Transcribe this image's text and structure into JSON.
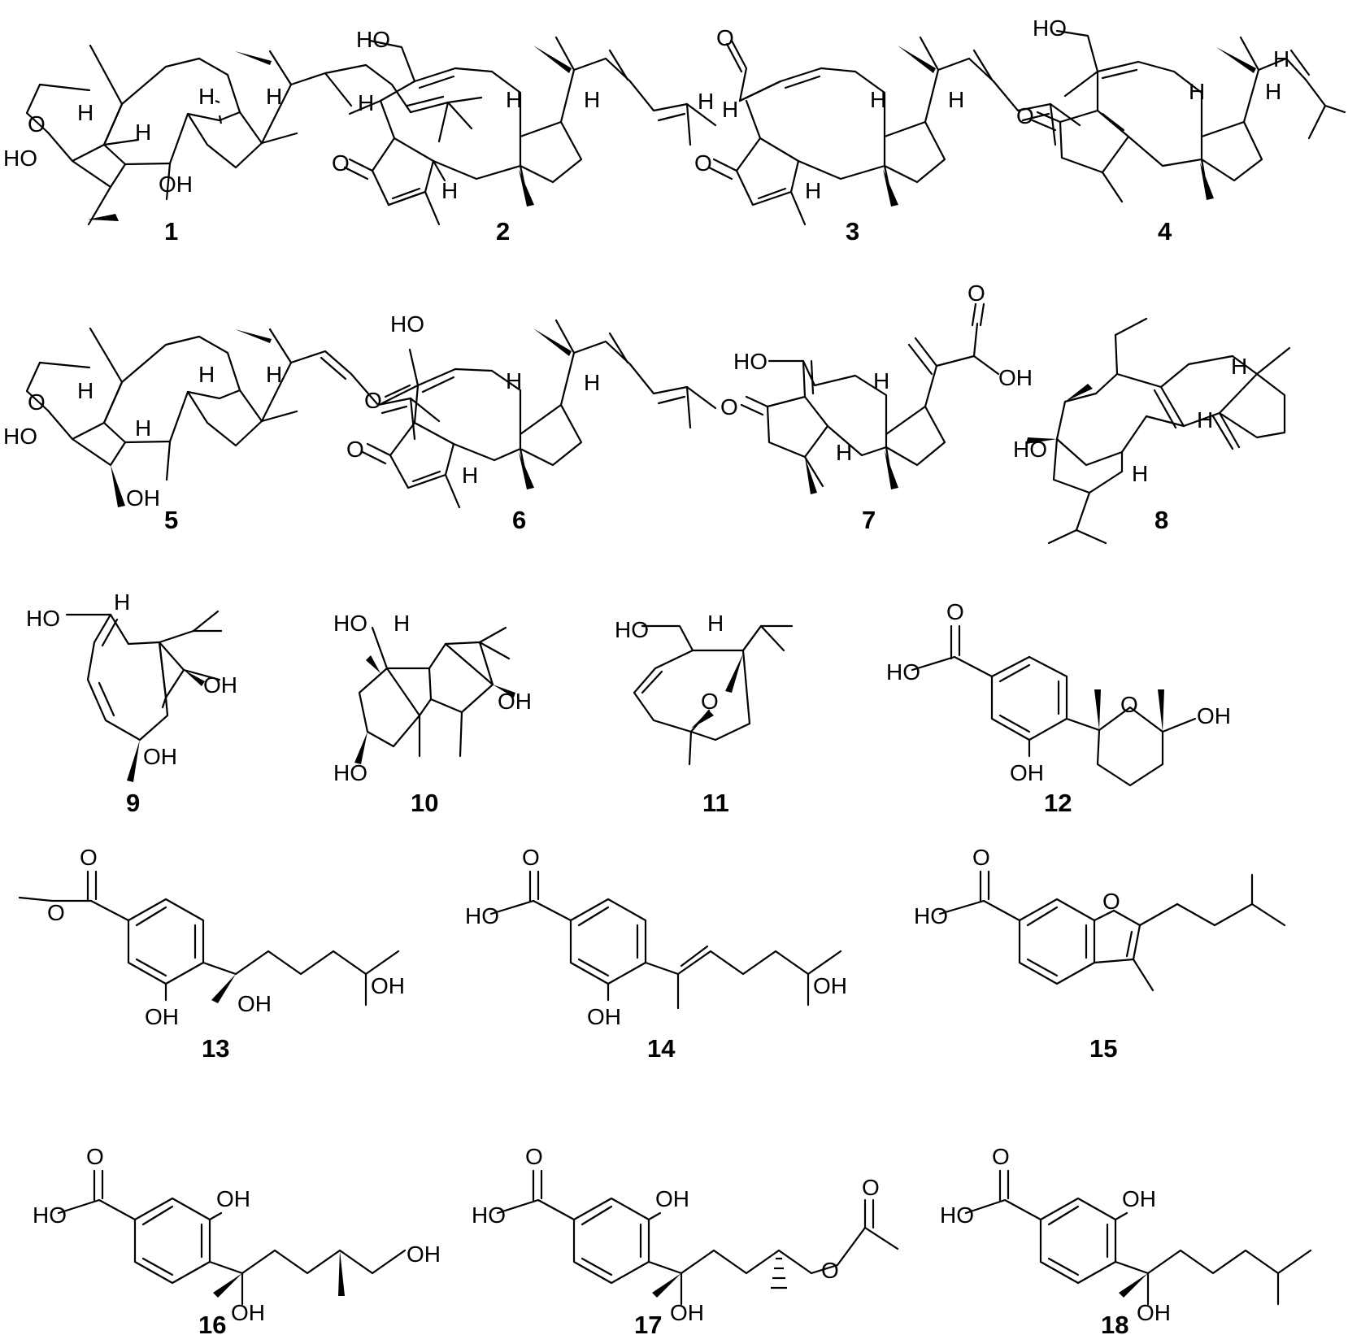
{
  "figure": {
    "title": "",
    "compounds": [
      {
        "number": "1",
        "atoms": {
          "h1": "H",
          "h2": "H",
          "h3": "H",
          "h4": "H",
          "o1": "O",
          "oh1": "HO",
          "oh2": "OH"
        }
      },
      {
        "number": "2",
        "atoms": {
          "h1": "H",
          "h2": "H",
          "h3": "H",
          "h4": "H",
          "oh1": "HO",
          "o1": "O"
        }
      },
      {
        "number": "3",
        "atoms": {
          "h1": "H",
          "h2": "H",
          "h3": "H",
          "h4": "H",
          "h5": "H",
          "o1": "O",
          "o2": "O"
        }
      },
      {
        "number": "4",
        "atoms": {
          "h1": "H",
          "h2": "H",
          "h3": "H",
          "oh1": "HO",
          "o1": "O"
        }
      },
      {
        "number": "5",
        "atoms": {
          "h1": "H",
          "h2": "H",
          "h3": "H",
          "h4": "H",
          "o1": "O",
          "oh1": "HO",
          "oh2": "OH"
        }
      },
      {
        "number": "6",
        "atoms": {
          "h1": "H",
          "h2": "H",
          "h3": "H",
          "oh1": "HO",
          "o1": "O",
          "o2": "O"
        }
      },
      {
        "number": "7",
        "atoms": {
          "h1": "H",
          "h2": "H",
          "oh1": "HO",
          "oh2": "OH",
          "o1": "O",
          "o2": "O"
        }
      },
      {
        "number": "8",
        "atoms": {
          "h1": "H",
          "h2": "H",
          "h3": "H",
          "oh1": "HO"
        }
      },
      {
        "number": "9",
        "atoms": {
          "h1": "H",
          "oh1": "HO",
          "oh2": "OH",
          "oh3": "OH"
        }
      },
      {
        "number": "10",
        "atoms": {
          "h1": "H",
          "oh1": "HO",
          "oh2": "OH",
          "oh3": "HO"
        }
      },
      {
        "number": "11",
        "atoms": {
          "h1": "H",
          "oh1": "HO",
          "o1": "O"
        }
      },
      {
        "number": "12",
        "atoms": {
          "oh1": "HO",
          "oh2": "OH",
          "oh3": "OH",
          "o1": "O",
          "o2": "O"
        }
      },
      {
        "number": "13",
        "atoms": {
          "oh1": "OH",
          "oh2": "OH",
          "oh3": "OH",
          "o1": "O",
          "o2": "O"
        }
      },
      {
        "number": "14",
        "atoms": {
          "oh1": "HO",
          "oh2": "OH",
          "oh3": "OH",
          "o1": "O"
        }
      },
      {
        "number": "15",
        "atoms": {
          "oh1": "HO",
          "o1": "O",
          "o2": "O"
        }
      },
      {
        "number": "16",
        "atoms": {
          "oh1": "HO",
          "oh2": "OH",
          "oh3": "OH",
          "oh4": "OH",
          "o1": "O"
        }
      },
      {
        "number": "17",
        "atoms": {
          "oh1": "HO",
          "oh2": "OH",
          "oh3": "OH",
          "o1": "O",
          "o2": "O",
          "o3": "O"
        }
      },
      {
        "number": "18",
        "atoms": {
          "oh1": "HO",
          "oh2": "OH",
          "oh3": "OH",
          "o1": "O"
        }
      }
    ]
  }
}
